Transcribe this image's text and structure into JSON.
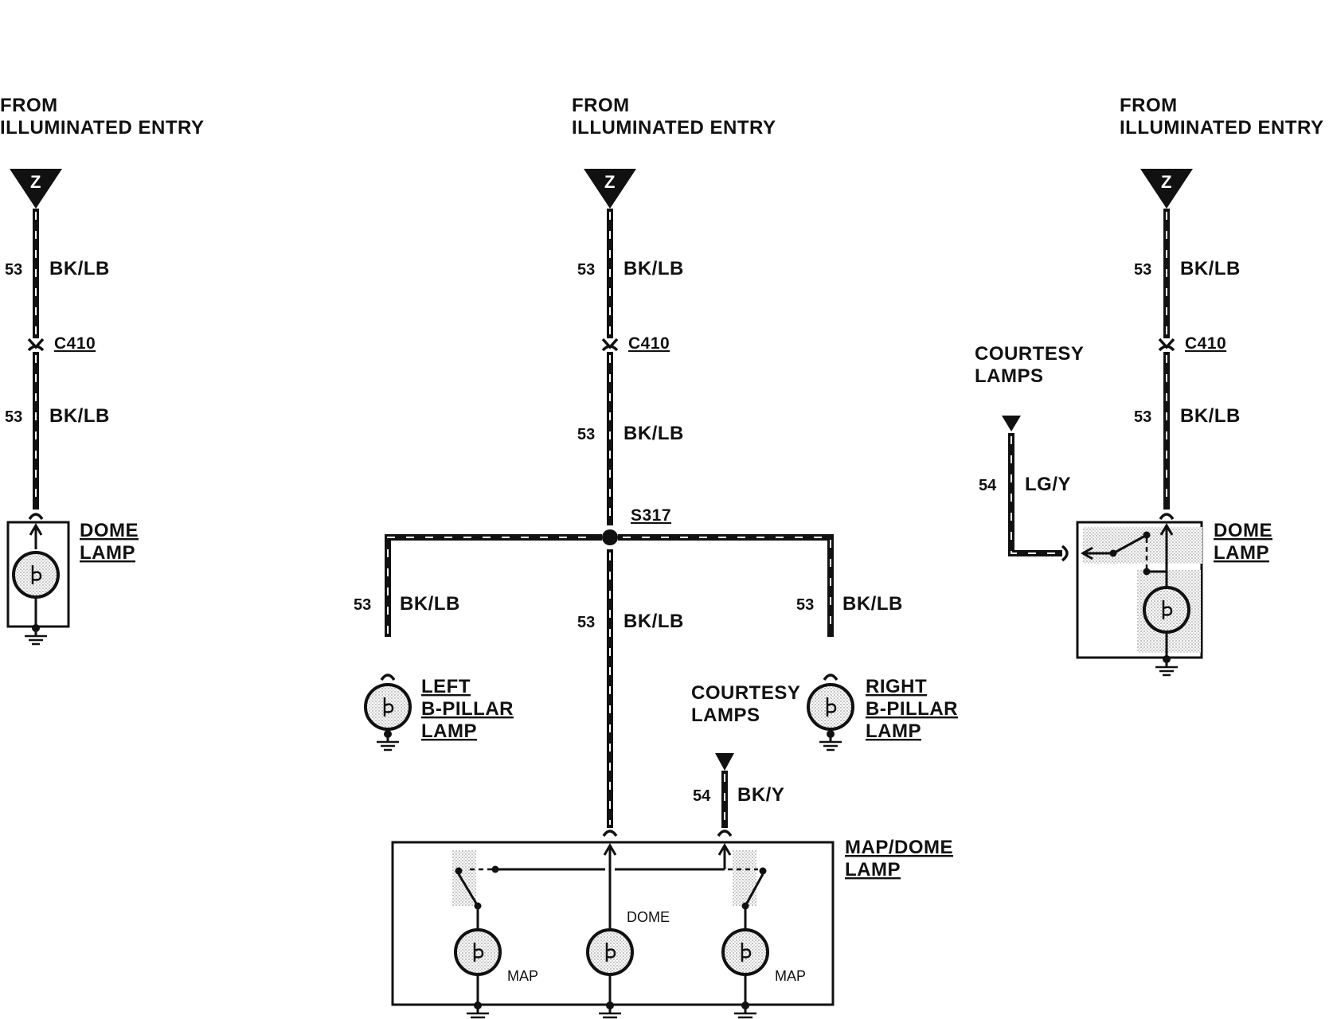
{
  "diagram": {
    "left": {
      "from_line1": "FROM",
      "from_line2": "ILLUMINATED ENTRY",
      "connector_letter": "Z",
      "wire_top": {
        "circuit": "53",
        "color": "BK/LB"
      },
      "connector": "C410",
      "wire_bottom": {
        "circuit": "53",
        "color": "BK/LB"
      },
      "lamp_line1": "DOME",
      "lamp_line2": "LAMP"
    },
    "center": {
      "from_line1": "FROM",
      "from_line2": "ILLUMINATED ENTRY",
      "connector_letter": "Z",
      "wire_top": {
        "circuit": "53",
        "color": "BK/LB"
      },
      "connector": "C410",
      "wire_mid": {
        "circuit": "53",
        "color": "BK/LB"
      },
      "splice": "S317",
      "wire_left": {
        "circuit": "53",
        "color": "BK/LB"
      },
      "wire_center": {
        "circuit": "53",
        "color": "BK/LB"
      },
      "wire_right": {
        "circuit": "53",
        "color": "BK/LB"
      },
      "left_lamp": [
        "LEFT",
        "B-PILLAR",
        "LAMP"
      ],
      "right_lamp": [
        "RIGHT",
        "B-PILLAR",
        "LAMP"
      ],
      "courtesy_line1": "COURTESY",
      "courtesy_line2": "LAMPS",
      "courtesy_wire": {
        "circuit": "54",
        "color": "BK/Y"
      },
      "map_dome_line1": "MAP/DOME",
      "map_dome_line2": "LAMP",
      "bulb_dome": "DOME",
      "bulb_map_left": "MAP",
      "bulb_map_right": "MAP"
    },
    "right": {
      "from_line1": "FROM",
      "from_line2": "ILLUMINATED ENTRY",
      "connector_letter": "Z",
      "wire_top": {
        "circuit": "53",
        "color": "BK/LB"
      },
      "connector": "C410",
      "wire_bottom": {
        "circuit": "53",
        "color": "BK/LB"
      },
      "courtesy_line1": "COURTESY",
      "courtesy_line2": "LAMPS",
      "courtesy_wire": {
        "circuit": "54",
        "color": "LG/Y"
      },
      "lamp_line1": "DOME",
      "lamp_line2": "LAMP"
    }
  },
  "colors": {
    "ink": "#111111",
    "background": "#ffffff",
    "shade": "#d8d8d8"
  }
}
